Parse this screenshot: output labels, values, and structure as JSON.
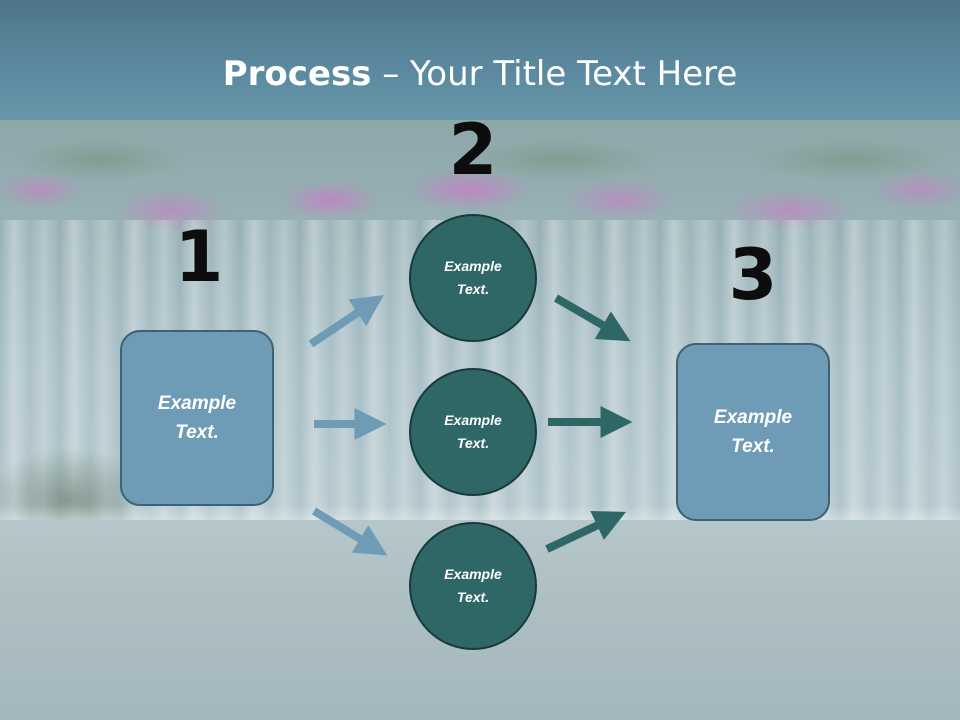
{
  "slide": {
    "title_bold": "Process",
    "title_rest": " – Your Title Text Here"
  },
  "steps": [
    {
      "number": "1"
    },
    {
      "number": "2"
    },
    {
      "number": "3"
    }
  ],
  "nodes": {
    "left_box": "Example\nText.",
    "circle_top": "Example\nText.",
    "circle_middle": "Example\nText.",
    "circle_bottom": "Example\nText.",
    "right_box": "Example\nText."
  },
  "colors": {
    "box_fill": "#6e9bb5",
    "circle_fill": "#2f6666",
    "arrow_light": "#6e9bb5",
    "arrow_dark": "#2f6666"
  }
}
